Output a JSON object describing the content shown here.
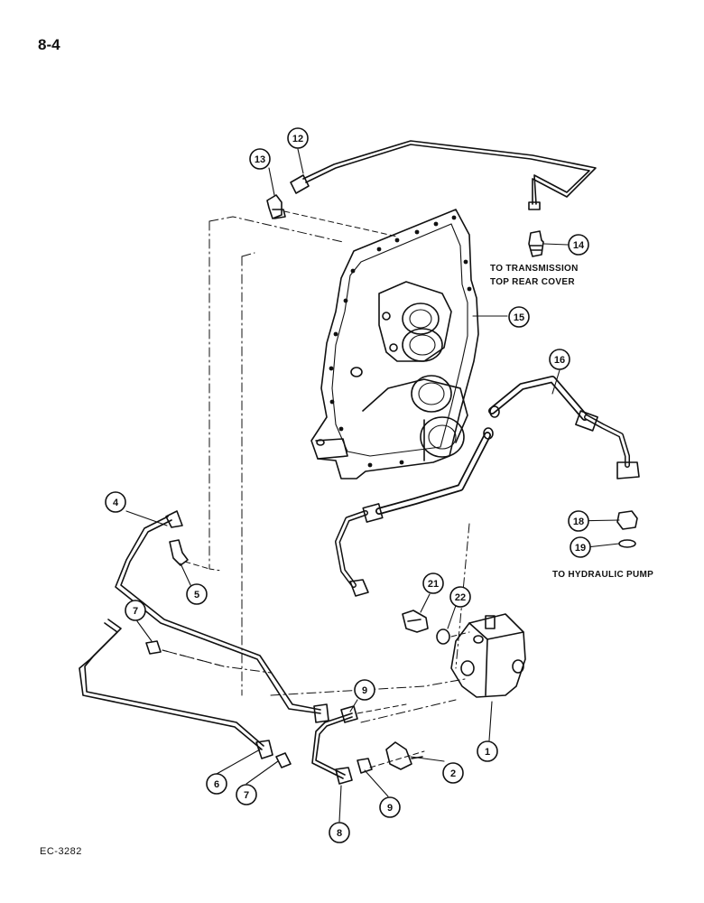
{
  "page_number": "8-4",
  "figure_code": "EC-3282",
  "notes": {
    "transmission": [
      "TO TRANSMISSION",
      "TOP REAR COVER"
    ],
    "pump": "TO HYDRAULIC PUMP"
  },
  "callouts": [
    {
      "id": "c1",
      "label": "1"
    },
    {
      "id": "c2",
      "label": "2"
    },
    {
      "id": "c4",
      "label": "4"
    },
    {
      "id": "c5",
      "label": "5"
    },
    {
      "id": "c6",
      "label": "6"
    },
    {
      "id": "c7a",
      "label": "7"
    },
    {
      "id": "c7b",
      "label": "7"
    },
    {
      "id": "c8",
      "label": "8"
    },
    {
      "id": "c9a",
      "label": "9"
    },
    {
      "id": "c9b",
      "label": "9"
    },
    {
      "id": "c12",
      "label": "12"
    },
    {
      "id": "c13",
      "label": "13"
    },
    {
      "id": "c14",
      "label": "14"
    },
    {
      "id": "c15",
      "label": "15"
    },
    {
      "id": "c16",
      "label": "16"
    },
    {
      "id": "c18",
      "label": "18"
    },
    {
      "id": "c19",
      "label": "19"
    },
    {
      "id": "c21",
      "label": "21"
    },
    {
      "id": "c22",
      "label": "22"
    }
  ]
}
